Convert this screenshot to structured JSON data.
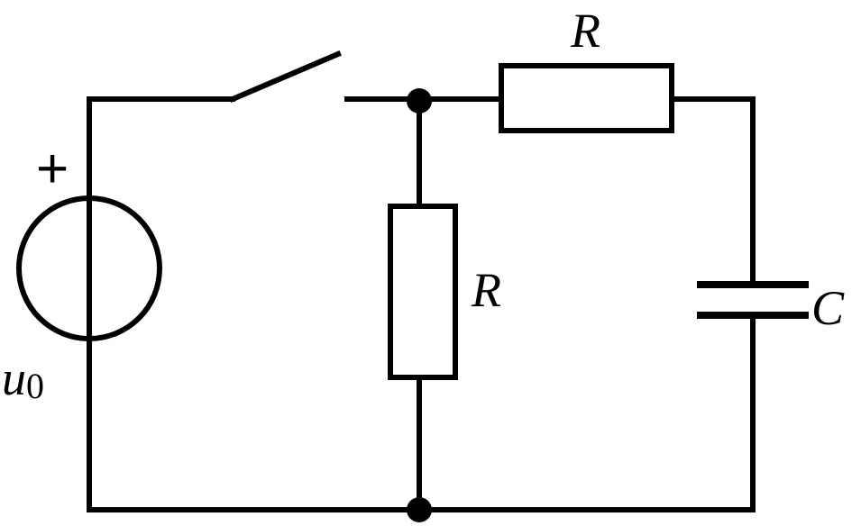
{
  "source": {
    "polarity": "+",
    "symbol": "u",
    "subscript": "0"
  },
  "components": {
    "series_resistor": {
      "label": "R"
    },
    "shunt_resistor": {
      "label": "R"
    },
    "capacitor": {
      "label": "C"
    }
  },
  "colors": {
    "ink": "#000000",
    "background": "#ffffff"
  }
}
